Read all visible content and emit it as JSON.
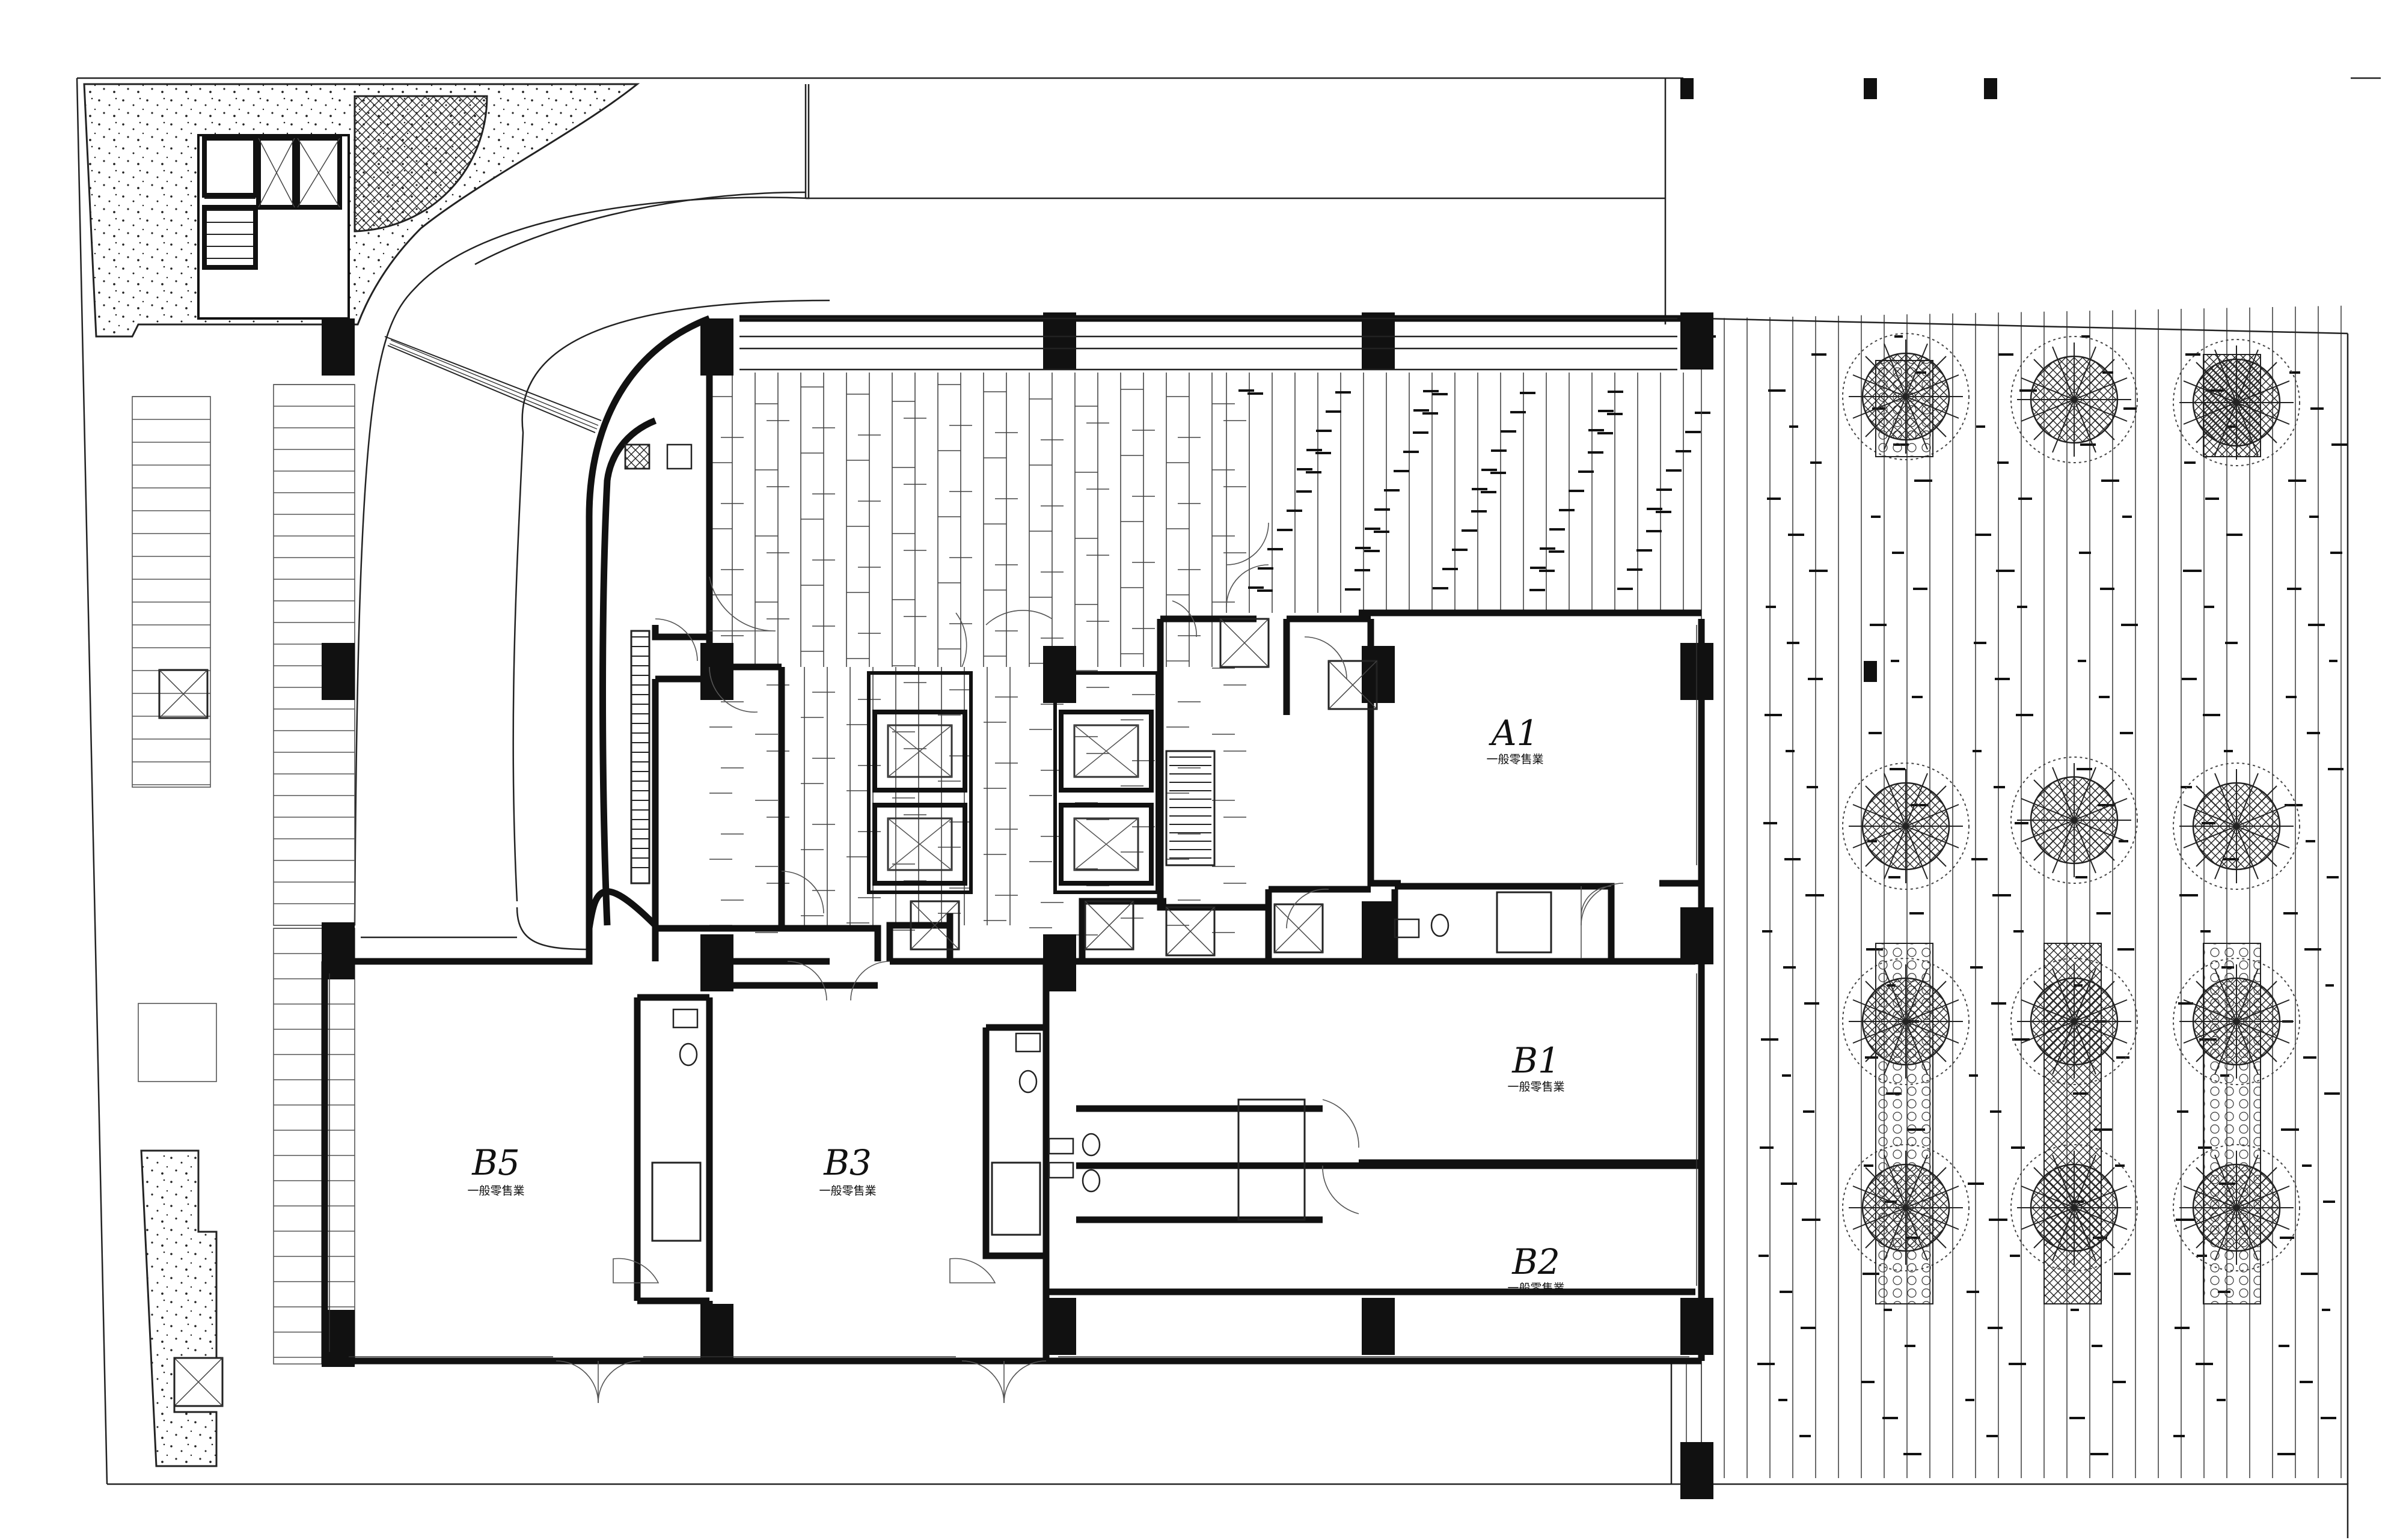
{
  "plan": {
    "units": [
      {
        "id": "A1",
        "label": "A1",
        "use": "一般零售業"
      },
      {
        "id": "B1",
        "label": "B1",
        "use": "一般零售業"
      },
      {
        "id": "B2",
        "label": "B2",
        "use": "一般零售業"
      },
      {
        "id": "B3",
        "label": "B3",
        "use": "一般零售業"
      },
      {
        "id": "B5",
        "label": "B5",
        "use": "一般零售業"
      }
    ]
  },
  "colors": {
    "ink": "#111111",
    "background": "#ffffff"
  }
}
